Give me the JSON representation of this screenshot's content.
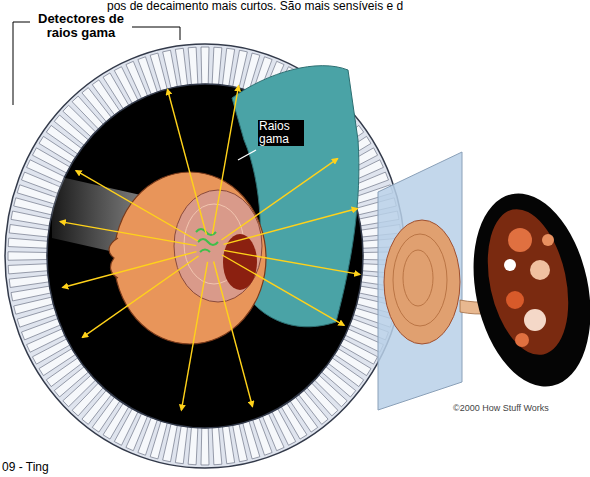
{
  "diagram": {
    "labels": [
      "pos de decaimento mais curtos. São mais sensíveis e d",
      "Detectores de raios gama",
      "Raios gama",
      "©2000 How Stuff Works",
      "09 - Ting"
    ]
  }
}
